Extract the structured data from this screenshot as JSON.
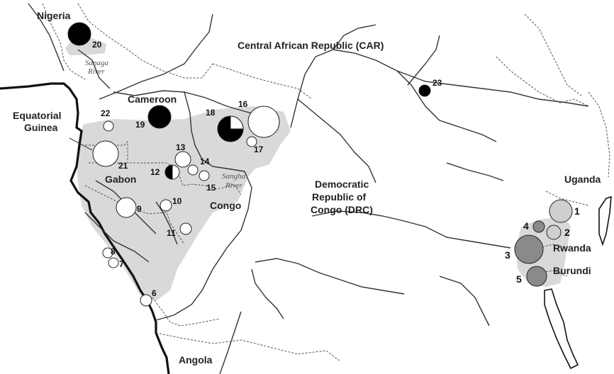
{
  "map": {
    "countries": [
      {
        "id": "nigeria",
        "label": "Nigeria"
      },
      {
        "id": "car",
        "label": "Central African Republic (CAR)"
      },
      {
        "id": "cameroon",
        "label": "Cameroon"
      },
      {
        "id": "eq-guinea-1",
        "label": "Equatorial"
      },
      {
        "id": "eq-guinea-2",
        "label": "Guinea"
      },
      {
        "id": "gabon",
        "label": "Gabon"
      },
      {
        "id": "congo",
        "label": "Congo"
      },
      {
        "id": "drc-1",
        "label": "Democratic"
      },
      {
        "id": "drc-2",
        "label": "Republic of"
      },
      {
        "id": "drc-3",
        "label": "Congo (DRC)"
      },
      {
        "id": "uganda",
        "label": "Uganda"
      },
      {
        "id": "rwanda",
        "label": "Rwanda"
      },
      {
        "id": "burundi",
        "label": "Burundi"
      },
      {
        "id": "angola",
        "label": "Angola"
      }
    ],
    "rivers": [
      {
        "id": "sanaga-1",
        "label": "Sanaga"
      },
      {
        "id": "sanaga-2",
        "label": "River"
      },
      {
        "id": "sangha-1",
        "label": "Sangha"
      },
      {
        "id": "sangha-2",
        "label": "River"
      }
    ],
    "sites": [
      {
        "label": "1",
        "color": "#cfcfcf"
      },
      {
        "label": "2",
        "color": "#cfcfcf"
      },
      {
        "label": "3",
        "color": "#8a8a8a"
      },
      {
        "label": "4",
        "color": "#8a8a8a"
      },
      {
        "label": "5",
        "color": "#8a8a8a"
      },
      {
        "label": "6",
        "color": "#ffffff"
      },
      {
        "label": "7",
        "color": "#ffffff"
      },
      {
        "label": "8",
        "color": "#ffffff"
      },
      {
        "label": "9",
        "color": "#ffffff"
      },
      {
        "label": "10",
        "color": "#ffffff"
      },
      {
        "label": "11",
        "color": "#ffffff"
      },
      {
        "label": "12",
        "color": "#ffffff"
      },
      {
        "label": "13",
        "color": "#ffffff"
      },
      {
        "label": "14",
        "color": "#ffffff"
      },
      {
        "label": "15",
        "color": "#ffffff"
      },
      {
        "label": "16",
        "color": "#ffffff"
      },
      {
        "label": "17",
        "color": "#ffffff"
      },
      {
        "label": "18",
        "color": "#000000"
      },
      {
        "label": "19",
        "color": "#000000"
      },
      {
        "label": "20",
        "color": "#000000"
      },
      {
        "label": "21",
        "color": "#ffffff"
      },
      {
        "label": "22",
        "color": "#ffffff"
      },
      {
        "label": "23",
        "color": "#000000"
      }
    ],
    "colors": {
      "forest": "#d9d9d9",
      "black": "#000000",
      "white": "#ffffff",
      "light_grey": "#cfcfcf",
      "dark_grey": "#8a8a8a"
    }
  }
}
